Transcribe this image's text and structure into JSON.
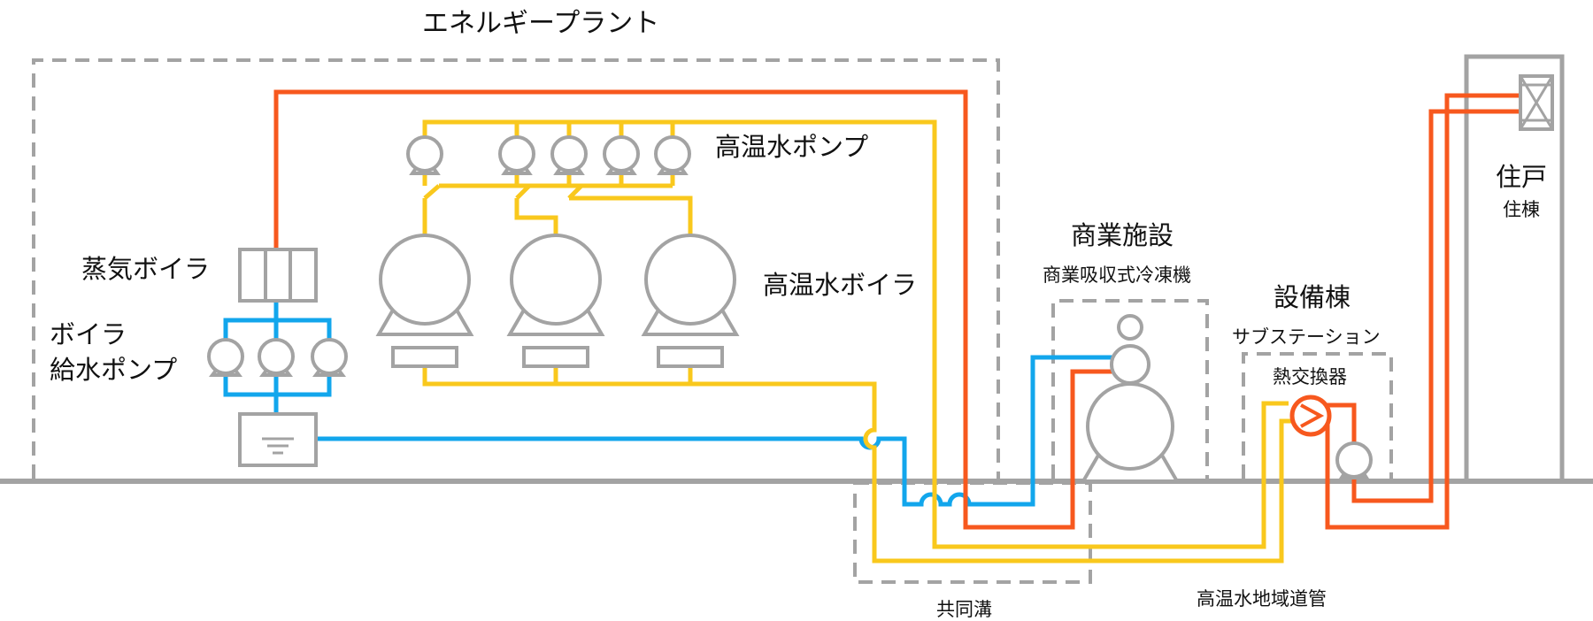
{
  "colors": {
    "steam_pipe": "#f7581e",
    "hot_water_pipe": "#f9c81d",
    "feed_water_pipe": "#12a6ec",
    "equipment": "#a3a3a3",
    "heat_exchanger": "#f7581e"
  },
  "labels": {
    "energy_plant": "エネルギープラント",
    "hot_water_pump": "高温水ポンプ",
    "steam_boiler": "蒸気ボイラ",
    "feed_pump_line1": "ボイラ",
    "feed_pump_line2": "給水ポンプ",
    "hot_water_boiler": "高温水ボイラ",
    "commercial_facility": "商業施設",
    "absorption_chiller": "商業吸収式冷凍機",
    "equipment_building": "設備棟",
    "substation": "サブステーション",
    "heat_exchanger": "熱交換器",
    "dwelling": "住戸",
    "residential_building": "住棟",
    "utility_tunnel": "共同溝",
    "district_pipe": "高温水地域道管"
  }
}
